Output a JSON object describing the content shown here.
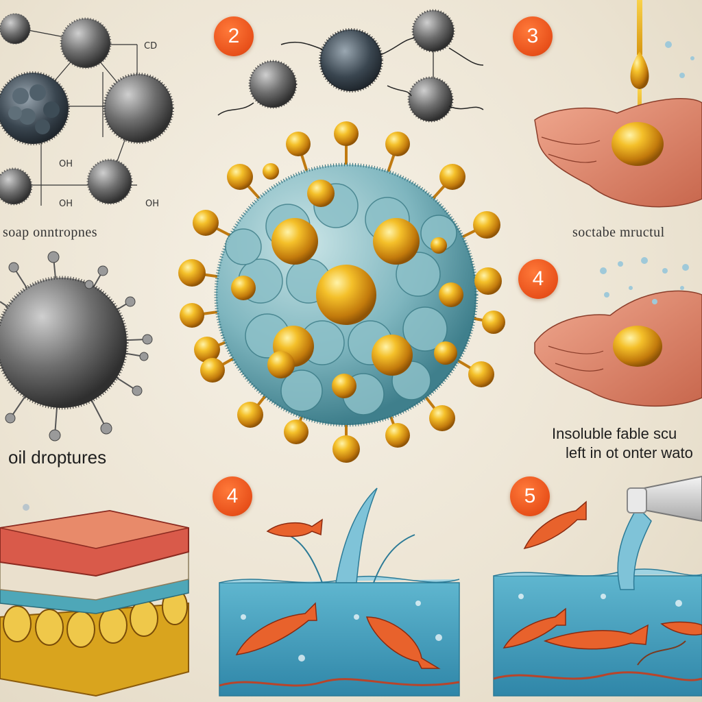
{
  "badges": [
    "2",
    "3",
    "4",
    "4",
    "5"
  ],
  "labels": {
    "molecule_cd": "CD",
    "molecule_oh_1": "OH",
    "molecule_oh_2": "OH",
    "molecule_oh_3": "OH",
    "soap_structure": "soap onntropnes",
    "oil_droplets": "oil droptures",
    "soluble_structure": "soctabe mructul",
    "insoluble_line1": "Insoluble fable scu",
    "insoluble_line2": "left in ot onter wato"
  },
  "colors": {
    "badge": "#e8501a",
    "soap_head": "#e2a21c",
    "micelle_core": "#6fa9b3",
    "water": "#4fa4c4",
    "fish": "#e8622c"
  }
}
